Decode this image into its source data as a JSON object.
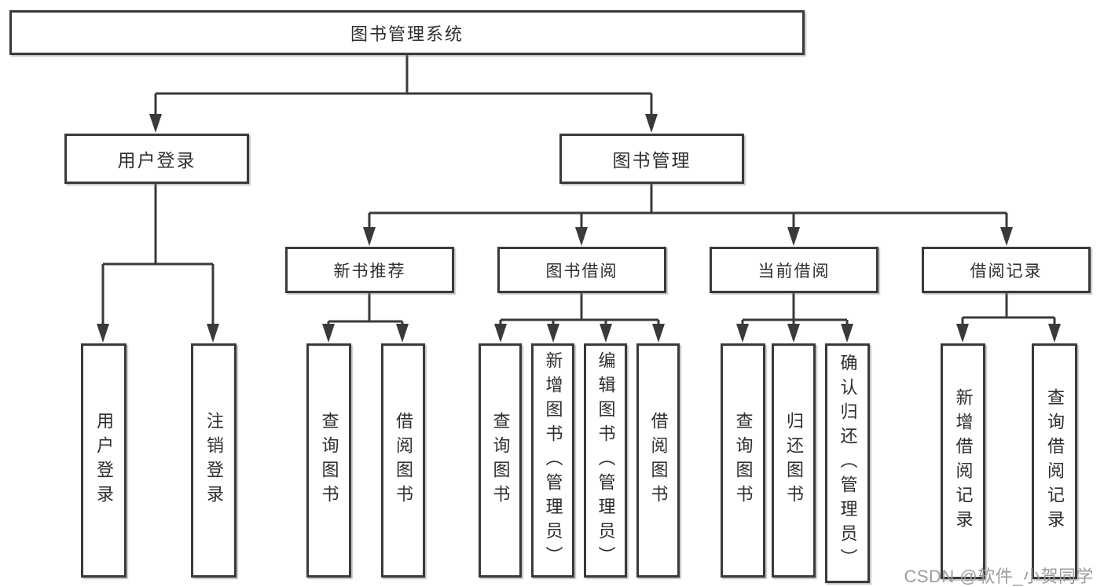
{
  "diagram": {
    "type": "hierarchy-tree",
    "tree": {
      "label": "图书管理系统",
      "children": [
        {
          "label": "用户登录",
          "children": [
            {
              "label": "用户登录"
            },
            {
              "label": "注销登录"
            }
          ]
        },
        {
          "label": "图书管理",
          "children": [
            {
              "label": "新书推荐",
              "children": [
                {
                  "label": "查询图书"
                },
                {
                  "label": "借阅图书"
                }
              ]
            },
            {
              "label": "图书借阅",
              "children": [
                {
                  "label": "查询图书"
                },
                {
                  "label": "新增图书（管理员）"
                },
                {
                  "label": "编辑图书（管理员）"
                },
                {
                  "label": "借阅图书"
                }
              ]
            },
            {
              "label": "当前借阅",
              "children": [
                {
                  "label": "查询图书"
                },
                {
                  "label": "归还图书"
                },
                {
                  "label": "确认归还（管理员）"
                }
              ]
            },
            {
              "label": "借阅记录",
              "children": [
                {
                  "label": "新增借阅记录"
                },
                {
                  "label": "查询借阅记录"
                }
              ]
            }
          ]
        }
      ]
    }
  },
  "watermark": {
    "text": "CSDN @软件_小贺同学"
  },
  "colors": {
    "line": "#3a3a3a",
    "box_border": "#3a3a3a",
    "box_fill": "#ffffff",
    "text": "#2e2e2e",
    "watermark": "#9c9c9c",
    "background": "#ffffff"
  }
}
